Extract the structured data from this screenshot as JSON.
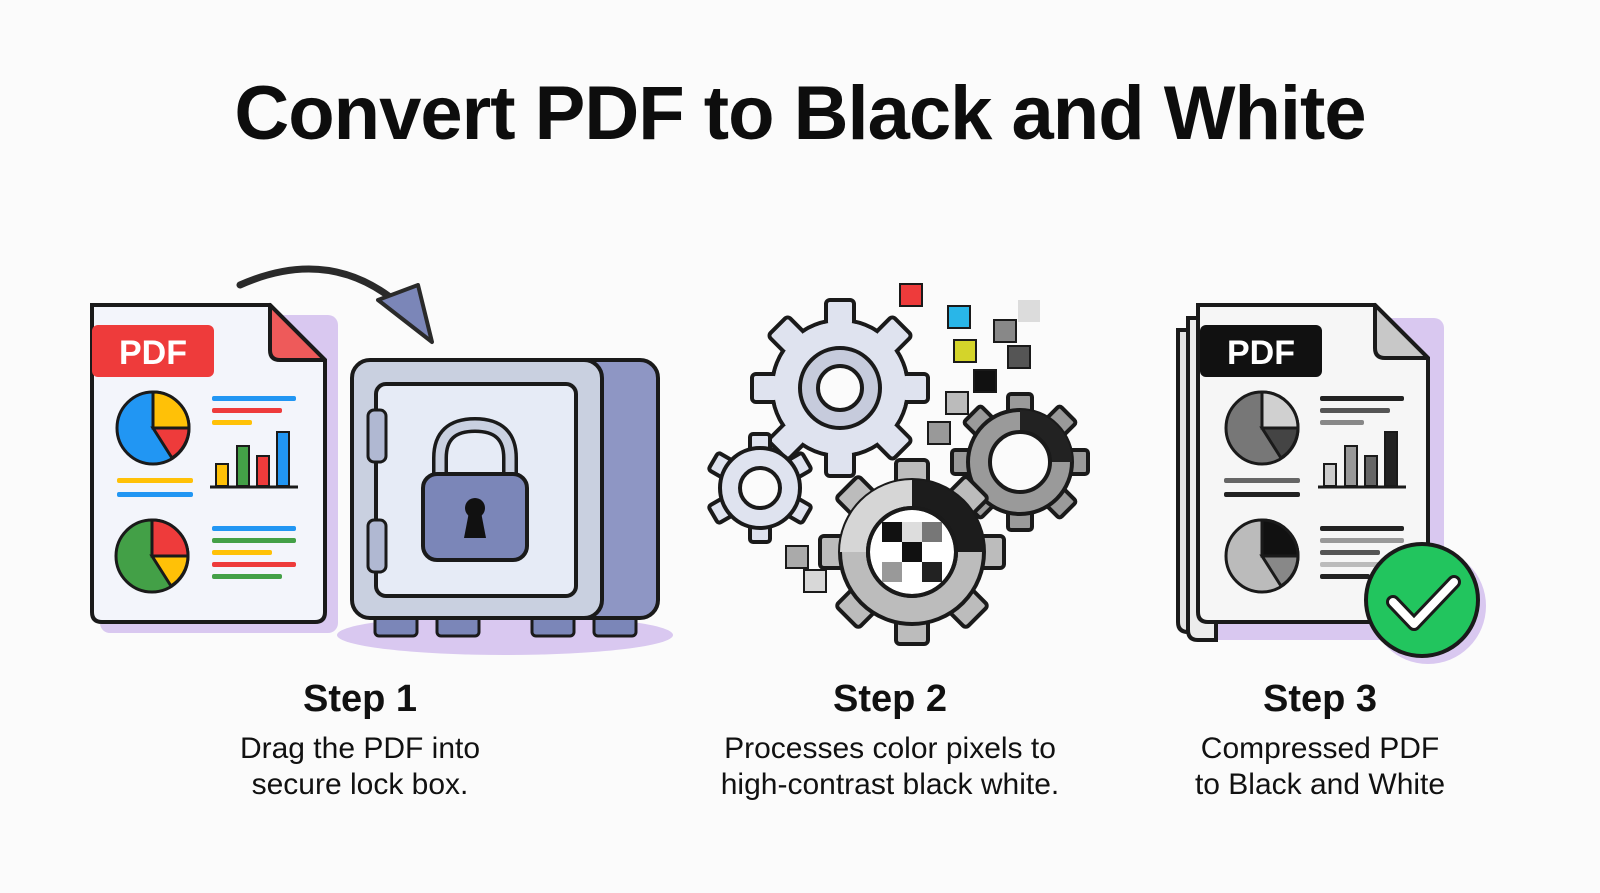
{
  "title": "Convert PDF to Black and White",
  "steps": [
    {
      "title": "Step 1",
      "desc_line1": "Drag the PDF into",
      "desc_line2": "secure lock box."
    },
    {
      "title": "Step 2",
      "desc_line1": "Processes color pixels to",
      "desc_line2": "high-contrast black white."
    },
    {
      "title": "Step 3",
      "desc_line1": "Compressed PDF",
      "desc_line2": "to Black and White"
    }
  ],
  "badges": {
    "color_doc": "PDF",
    "bw_doc": "PDF"
  },
  "icons": [
    "pdf-document-icon",
    "curved-arrow-icon",
    "safe-lock-icon",
    "gears-icon",
    "pixel-squares-icon",
    "bw-pdf-document-icon",
    "checkmark-icon"
  ],
  "colors": {
    "red": "#ee3b3b",
    "blue": "#2196f3",
    "yellow": "#ffc107",
    "green": "#43a047",
    "safe": "#c9d0e0",
    "check": "#22c55e",
    "shadow": "#d9c8f0"
  }
}
